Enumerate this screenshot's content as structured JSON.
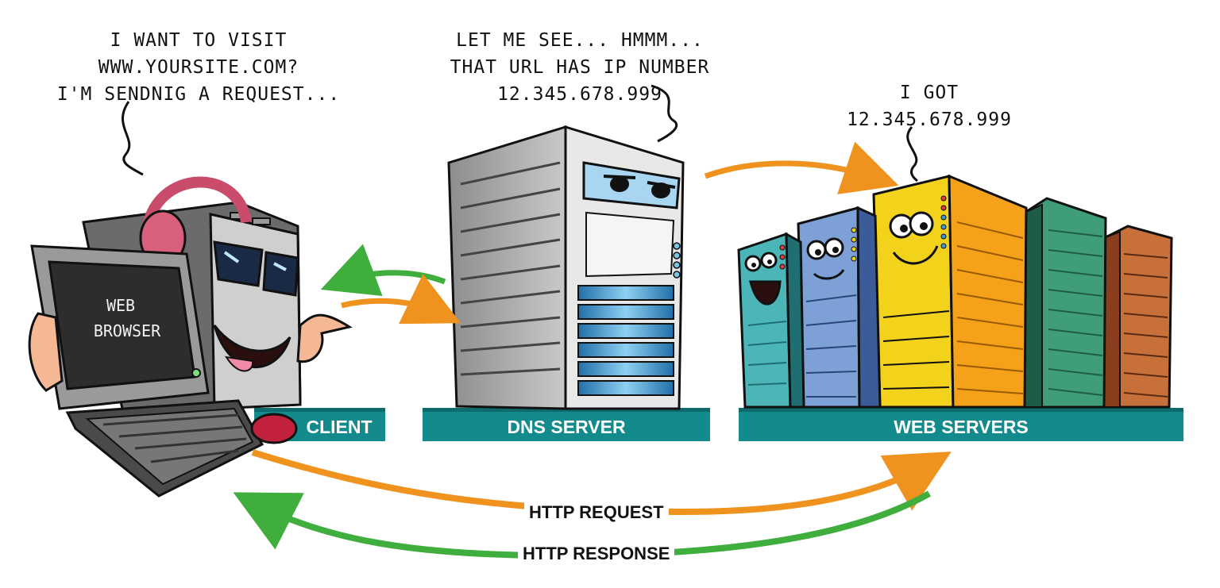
{
  "speech": {
    "client": [
      "I WANT TO VISIT",
      "WWW.YOURSITE.COM?",
      "I'M SENDNIG A REQUEST..."
    ],
    "dns": [
      "LET ME SEE... HMMM...",
      "THAT URL HAS IP NUMBER",
      "12.345.678.999"
    ],
    "web": [
      "I GOT",
      "12.345.678.999"
    ]
  },
  "labels": {
    "client": "CLIENT",
    "dns_server": "DNS SERVER",
    "web_servers": "WEB SERVERS",
    "http_request": "HTTP REQUEST",
    "http_response": "HTTP RESPONSE",
    "screen_line1": "WEB",
    "screen_line2": "BROWSER"
  },
  "colors": {
    "request_arrow": "#f0921e",
    "response_arrow": "#3fae3c",
    "band": "#138a8c",
    "band_dark": "#0e6a6b"
  }
}
